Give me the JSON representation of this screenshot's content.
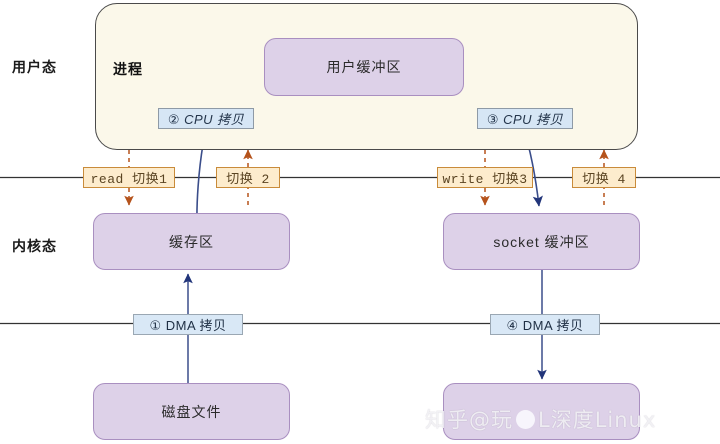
{
  "zones": {
    "user": {
      "label": "用户态"
    },
    "kernel": {
      "label": "内核态"
    }
  },
  "process": {
    "title": "进程",
    "fill_color": "#fbf8ea",
    "border_color": "#4a4a4a"
  },
  "boxes": {
    "user_buffer": {
      "label": "用户缓冲区"
    },
    "cache": {
      "label": "缓存区"
    },
    "socket_buffer": {
      "label": "socket 缓冲区"
    },
    "disk_file": {
      "label": "磁盘文件"
    },
    "nic": {
      "label": ""
    }
  },
  "box_style": {
    "fill_color": "#ddd1e8",
    "border_color": "#a98fc0"
  },
  "switch_tags": [
    {
      "label": "read 切换1"
    },
    {
      "label": "切换 2"
    },
    {
      "label": "write 切换3"
    },
    {
      "label": "切换 4"
    }
  ],
  "copy_tags": [
    {
      "label": "② CPU 拷贝"
    },
    {
      "label": "③ CPU 拷贝"
    }
  ],
  "dma_tags": [
    {
      "label": "① DMA 拷贝"
    },
    {
      "label": "④ DMA 拷贝"
    }
  ],
  "tag_colors": {
    "switch_fill": "#fdeccd",
    "switch_border": "#c98b3a",
    "copy_fill": "#d6e6f5",
    "copy_border": "#8e9aa6",
    "dma_fill": "#d9e8f6",
    "dma_border": "#9aa7b3"
  },
  "arrow_colors": {
    "cpu_copy": "#2b3f78",
    "dma_copy": "#2f4a80",
    "switch_dashed": "#b5531c",
    "divider": "#333333"
  },
  "watermark": {
    "text_left": "知乎",
    "text_middle": "@玩",
    "text_right": "L深度Linux"
  }
}
